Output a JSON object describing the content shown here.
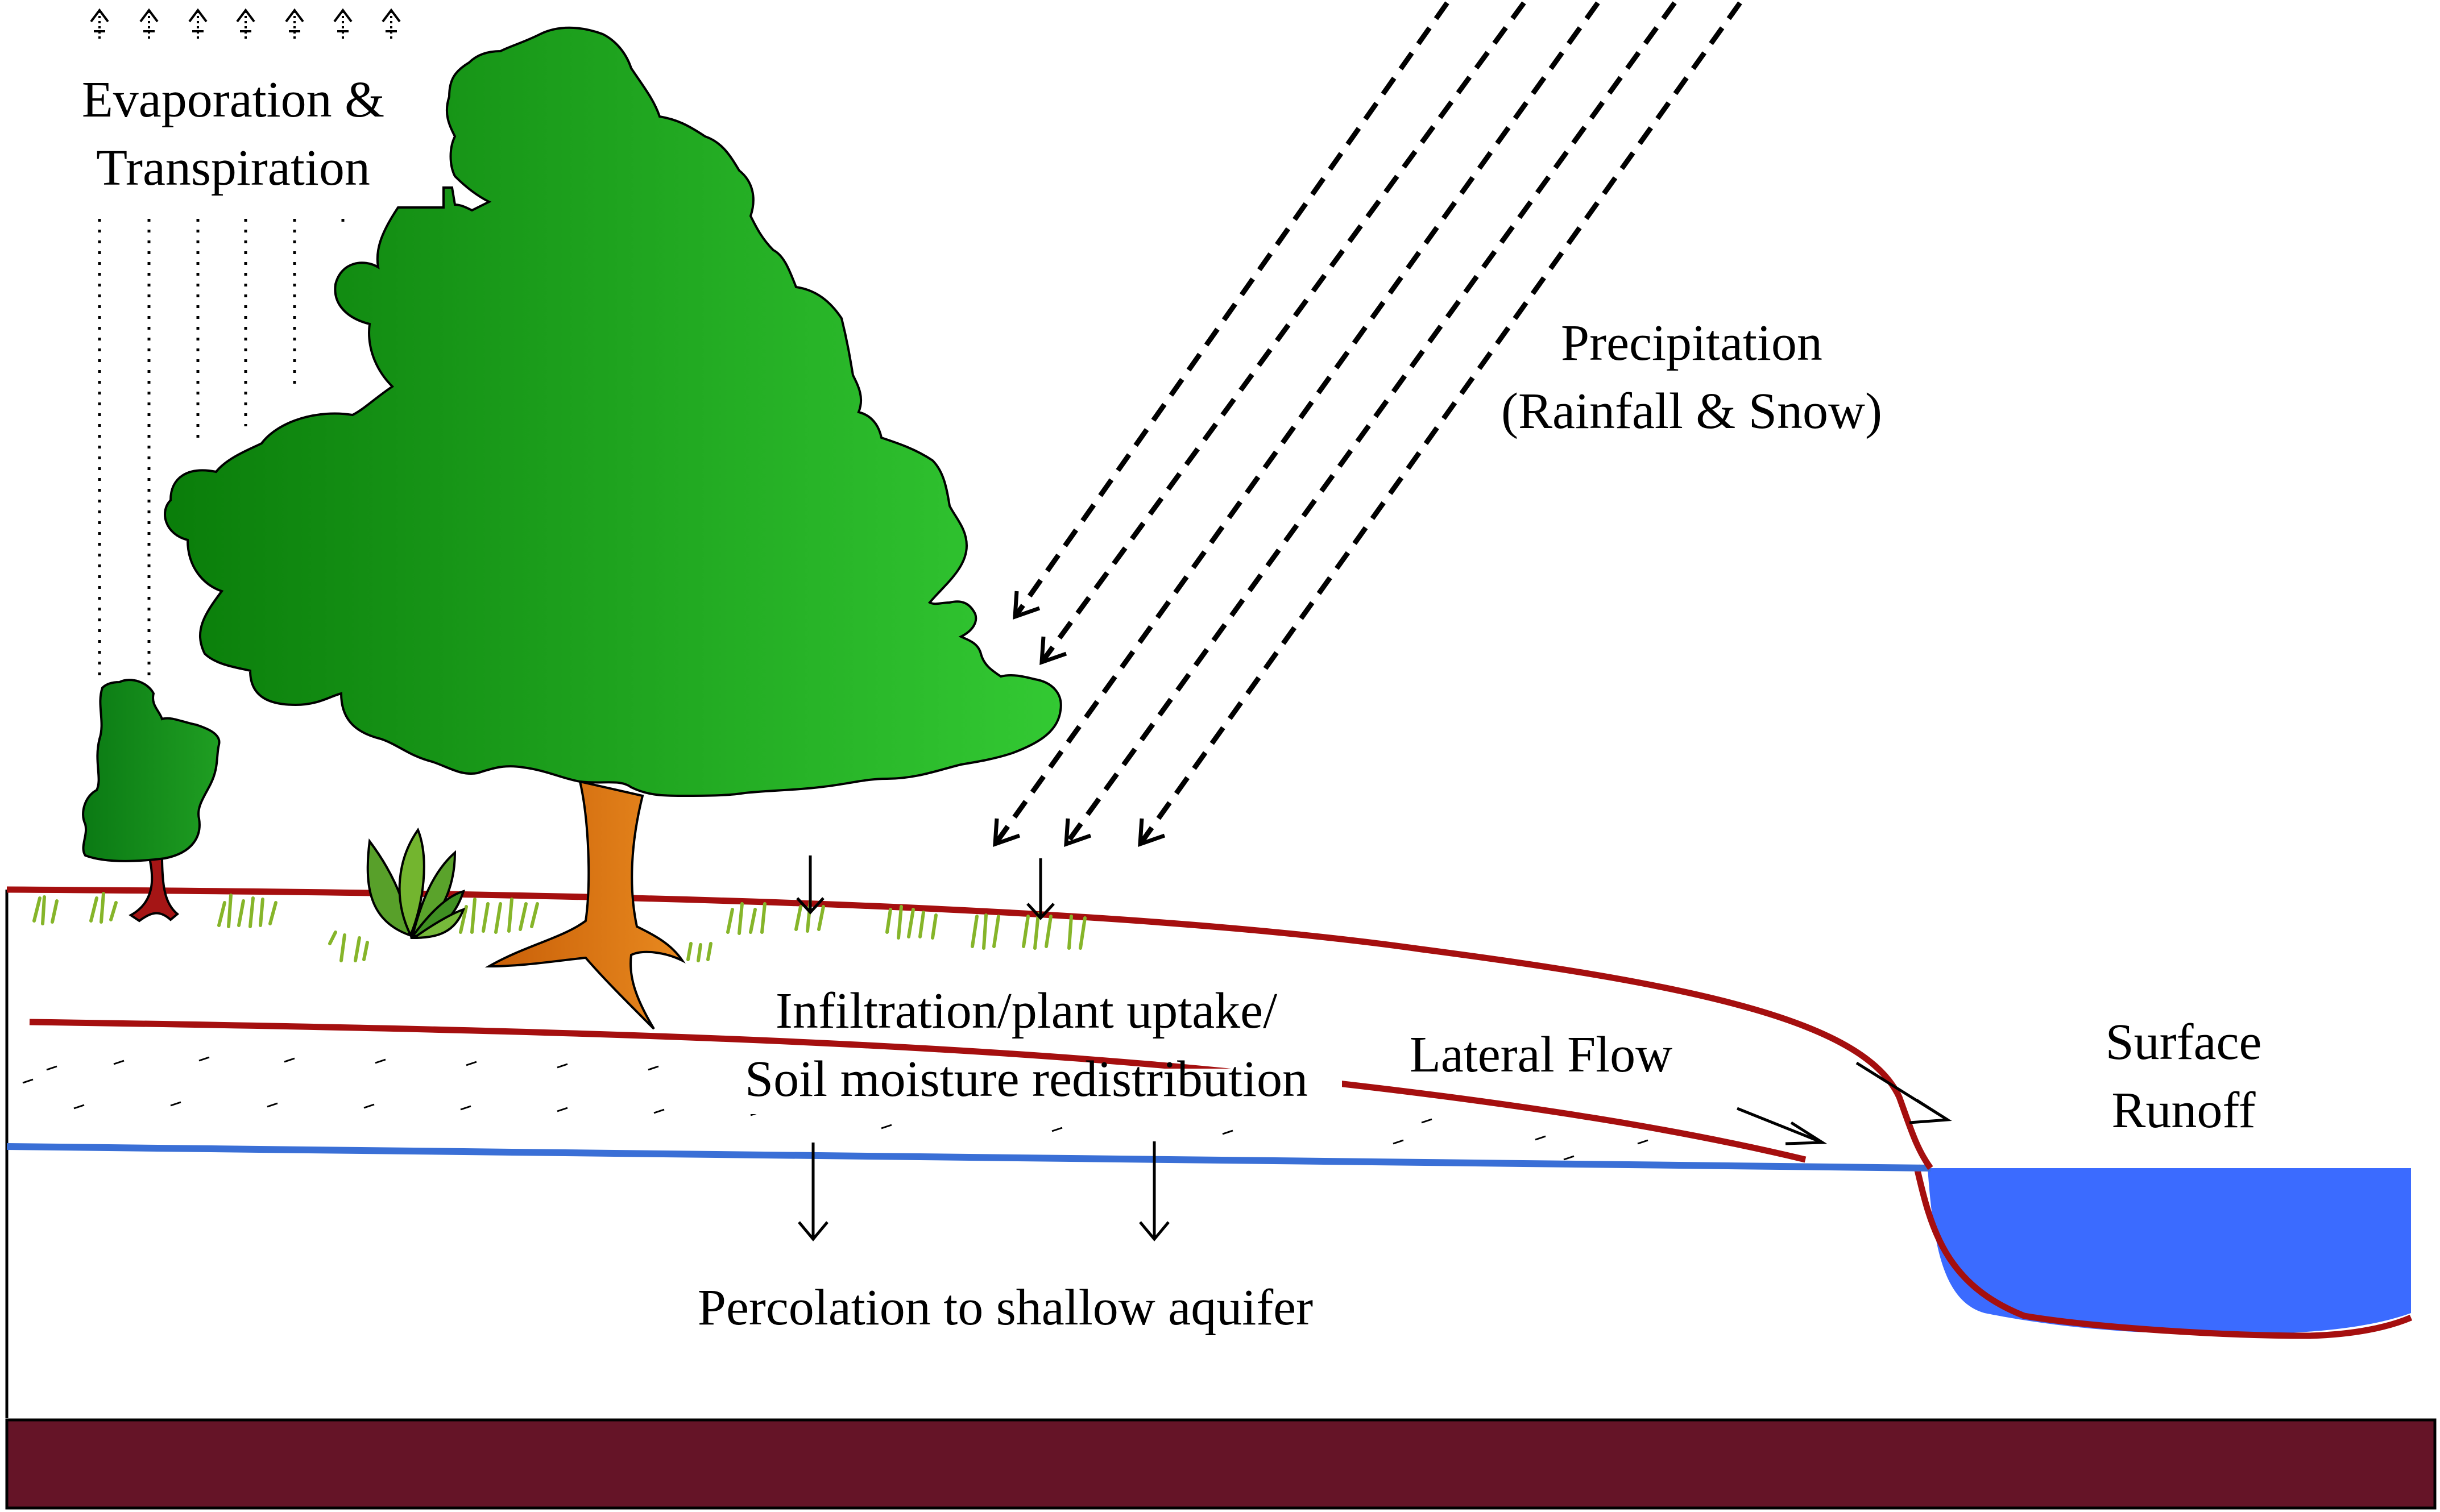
{
  "labels": {
    "evaporation_line1": "Evaporation &",
    "evaporation_line2": "Transpiration",
    "precipitation_line1": "Precipitation",
    "precipitation_line2": "(Rainfall & Snow)",
    "infiltration_line1": "Infiltration/plant uptake/",
    "infiltration_line2": "Soil moisture redistribution",
    "lateral_flow": "Lateral Flow",
    "surface_runoff_line1": "Surface",
    "surface_runoff_line2": "Runoff",
    "percolation": "Percolation to shallow aquifer"
  },
  "colors": {
    "soil_boundary": "#a50f0f",
    "water_table": "#3a6fd6",
    "surface_water": "#3b6bff",
    "bedrock": "#651427",
    "tree_trunk": "#d9720f",
    "foliage_dark": "#0a7d0a",
    "foliage_light": "#33c933",
    "grass": "#86b52a"
  }
}
